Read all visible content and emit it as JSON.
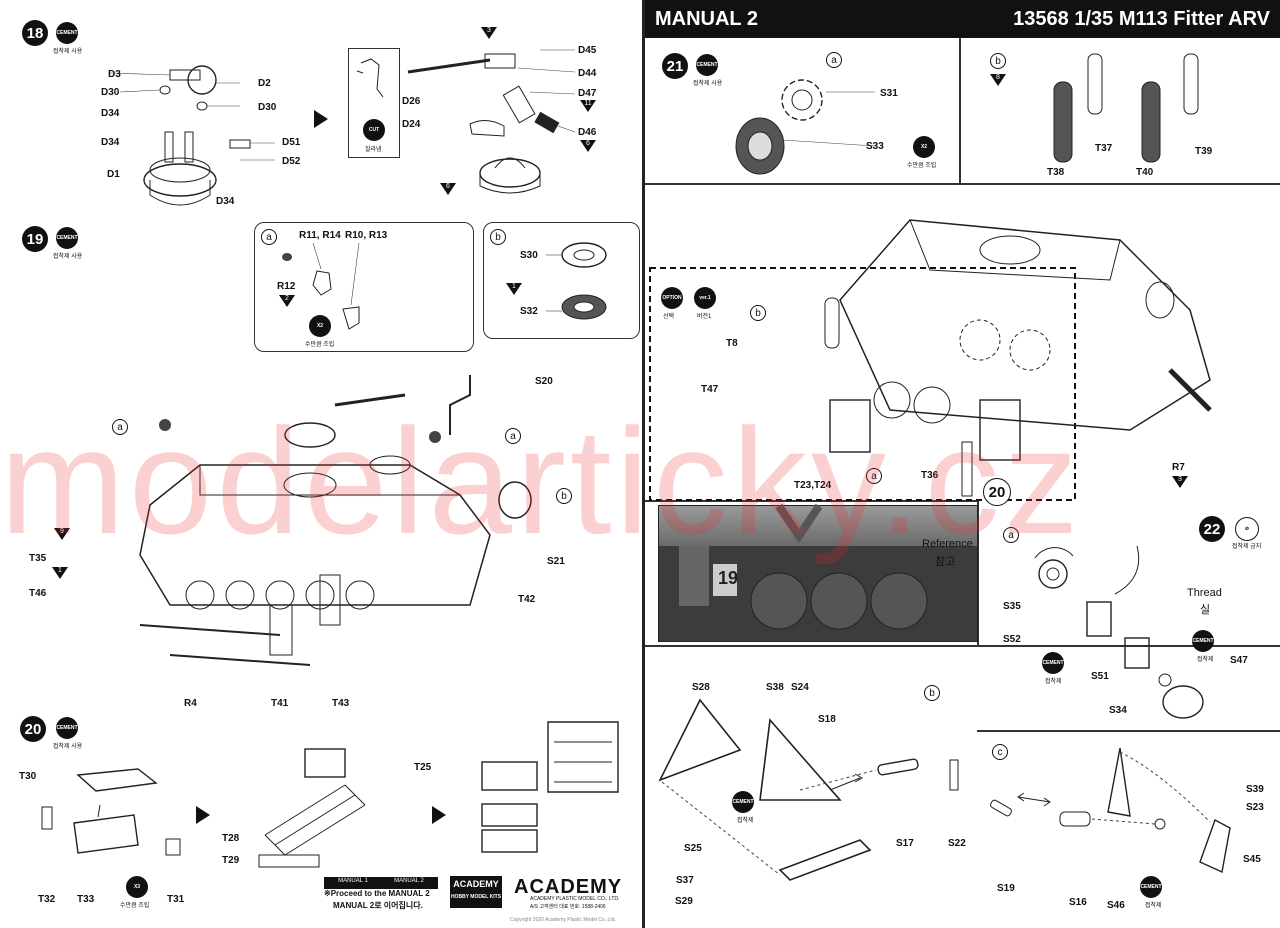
{
  "left_page": {
    "steps": {
      "s18": "18",
      "s19": "19",
      "s20": "20"
    },
    "cement_badge": "CEMENT",
    "cement_caption": "접착제 사용",
    "cut_badge": "CUT",
    "cut_caption": "잘라냄",
    "x2_badge": "X2",
    "x2_caption": "수만큼 조립",
    "x3_badge": "X3",
    "x3_caption": "수만큼 조립",
    "sub_a": "a",
    "sub_b": "b",
    "step18_labels": [
      "D3",
      "D2",
      "D30",
      "D30",
      "D34",
      "D34",
      "D51",
      "D52",
      "D1",
      "D34",
      "D45",
      "D44",
      "D47",
      "D26",
      "D24",
      "D46"
    ],
    "step18_tri": [
      "3",
      "11",
      "6",
      "6"
    ],
    "step19a_labels": {
      "r1": "R11, R14",
      "r2": "R10, R13",
      "r3": "R12"
    },
    "step19a_tri": "2",
    "step19b_labels": [
      "S30",
      "S32"
    ],
    "step19b_tri": "1",
    "step19_labels": [
      "S20",
      "T35",
      "T46",
      "S21",
      "T42",
      "R4",
      "T41",
      "T43"
    ],
    "step19_tri": [
      "9",
      "1"
    ],
    "step20_labels": [
      "T30",
      "T25",
      "T28",
      "T29",
      "T32",
      "T33",
      "T31"
    ],
    "manual_btn1": "MANUAL 1",
    "manual_btn2": "MANUAL 2",
    "proceed_text": "※Proceed to the MANUAL 2",
    "proceed_text_ko": "MANUAL 2로 이어집니다.",
    "academy_badge": "ACADEMY",
    "academy_badge_sub": "HOBBY MODEL KITS",
    "academy_logo": "ACADEMY",
    "academy_company": "ACADEMY PLASTIC MODEL CO., LTD.",
    "academy_contact": "A/S 고객센터 대표 번호: 1588-2406",
    "copyright": "Copyright 2020 Academy Plastic Model Co.,Ltd."
  },
  "right_page": {
    "title_left": "MANUAL 2",
    "title_right": "13568 1/35 M113 Fitter ARV",
    "steps": {
      "s20": "20",
      "s21": "21",
      "s22": "22"
    },
    "cement_badge": "CEMENT",
    "cement_caption": "접착제 사용",
    "cement_short": "접착제",
    "no_cement_caption": "접착제 금지",
    "option_badge": "OPTION",
    "option_caption": "선택",
    "ver_badge": "ver.1",
    "ver_caption": "버전1",
    "x2_badge": "X2",
    "x2_caption": "수만큼 조립",
    "sub_a": "a",
    "sub_b": "b",
    "sub_c": "c",
    "step21a_labels": [
      "S31",
      "S33"
    ],
    "step21b_labels": [
      "T37",
      "T39",
      "T38",
      "T40"
    ],
    "step21b_tri": "8",
    "main_labels": [
      "T8",
      "T47",
      "T23,T24",
      "T36",
      "R7"
    ],
    "main_tri": "3",
    "reference_en": "Reference",
    "reference_ko": "참고",
    "thread_en": "Thread",
    "thread_ko": "실",
    "step22a_labels": [
      "S35",
      "S52",
      "S51",
      "S47",
      "S34"
    ],
    "step22b_labels": [
      "S28",
      "S38",
      "S24",
      "S18",
      "S25",
      "S17",
      "S22",
      "S37",
      "S29"
    ],
    "step22c_labels": [
      "S39",
      "S23",
      "S45",
      "S19",
      "S16",
      "S46"
    ],
    "photo_number": "19"
  },
  "watermark": "modelarticky.cz"
}
